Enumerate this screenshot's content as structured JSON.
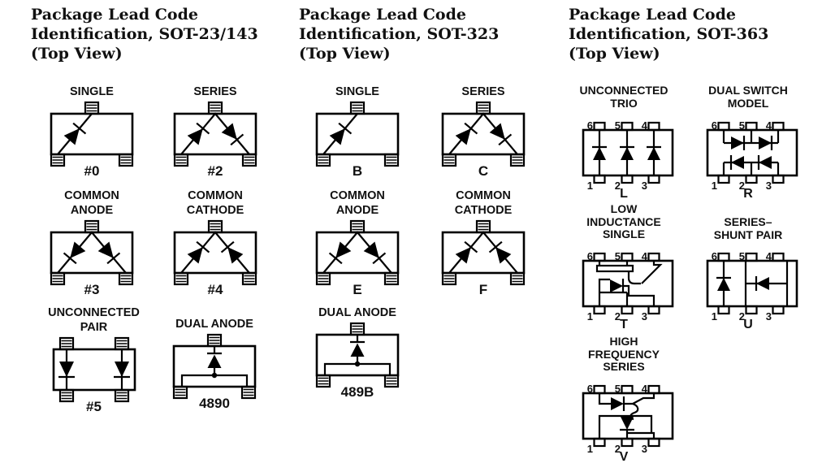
{
  "figure": {
    "ink_color": "#000000",
    "background_color": "#ffffff"
  },
  "columns": [
    {
      "title_lines": [
        "Package Lead Code",
        "Identification, SOT-23/143",
        "(Top View)"
      ],
      "cells": [
        {
          "label_lines": [
            "SINGLE"
          ],
          "code": "#0"
        },
        {
          "label_lines": [
            "SERIES"
          ],
          "code": "#2"
        },
        {
          "label_lines": [
            "COMMON",
            "ANODE"
          ],
          "code": "#3"
        },
        {
          "label_lines": [
            "COMMON",
            "CATHODE"
          ],
          "code": "#4"
        },
        {
          "label_lines": [
            "UNCONNECTED",
            "PAIR"
          ],
          "code": "#5"
        },
        {
          "label_lines": [
            "DUAL ANODE"
          ],
          "code": "4890"
        }
      ]
    },
    {
      "title_lines": [
        "Package Lead Code",
        "Identification, SOT-323",
        "(Top View)"
      ],
      "cells": [
        {
          "label_lines": [
            "SINGLE"
          ],
          "code": "B"
        },
        {
          "label_lines": [
            "SERIES"
          ],
          "code": "C"
        },
        {
          "label_lines": [
            "COMMON",
            "ANODE"
          ],
          "code": "E"
        },
        {
          "label_lines": [
            "COMMON",
            "CATHODE"
          ],
          "code": "F"
        },
        {
          "label_lines": [
            "DUAL ANODE"
          ],
          "code": "489B"
        }
      ]
    },
    {
      "title_lines": [
        "Package Lead Code",
        "Identification, SOT-363",
        "(Top View)"
      ],
      "pin_numbers": {
        "top": [
          "6",
          "5",
          "4"
        ],
        "bottom": [
          "1",
          "2",
          "3"
        ]
      },
      "cells": [
        {
          "label_lines": [
            "UNCONNECTED",
            "TRIO"
          ],
          "code": "L"
        },
        {
          "label_lines": [
            "DUAL SWITCH",
            "MODEL"
          ],
          "code": "R"
        },
        {
          "label_lines": [
            "LOW",
            "INDUCTANCE",
            "SINGLE"
          ],
          "code": "T"
        },
        {
          "label_lines": [
            "SERIES–",
            "SHUNT PAIR"
          ],
          "code": "U"
        },
        {
          "label_lines": [
            "HIGH",
            "FREQUENCY",
            "SERIES"
          ],
          "code": "V"
        }
      ]
    }
  ]
}
